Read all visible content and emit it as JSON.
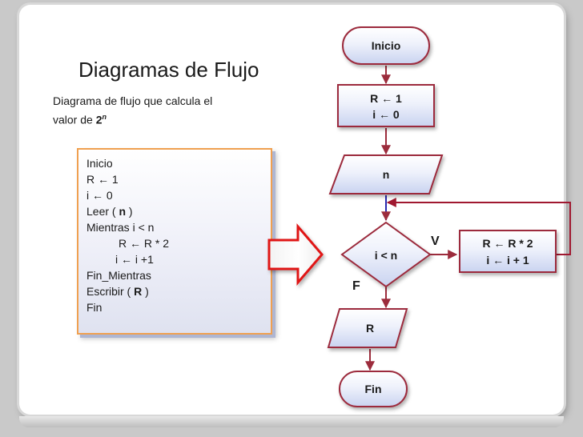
{
  "slide": {
    "title": "Diagramas de Flujo",
    "description_line1": "Diagrama de flujo que calcula el",
    "description_line2_prefix": "valor de ",
    "description_base": "2",
    "description_exponent": "n"
  },
  "pseudocode": {
    "lines": [
      {
        "text": "Inicio"
      },
      {
        "text": "R ← 1"
      },
      {
        "text": "i ← 0"
      },
      {
        "pre": "Leer ( ",
        "bold": "n",
        "post": " )"
      },
      {
        "text": "Mientras i < n"
      },
      {
        "text": "R ← R * 2",
        "indent": 40
      },
      {
        "text": "i ← i +1",
        "indent": 36
      },
      {
        "text": "Fin_Mientras"
      },
      {
        "pre": "Escribir ( ",
        "bold": "R",
        "post": " )"
      },
      {
        "text": "Fin"
      }
    ]
  },
  "flowchart": {
    "start_label": "Inicio",
    "init_line1": "R ← 1",
    "init_line2": "i ← 0",
    "input_label": "n",
    "condition_label": "i < n",
    "true_label": "V",
    "false_label": "F",
    "loop_body_line1": "R ← R * 2",
    "loop_body_line2": "i ← i + 1",
    "output_label": "R",
    "end_label": "Fin"
  },
  "colors": {
    "shape_border": "#9c2c3c",
    "shape_fill_top": "#ffffff",
    "shape_fill_bottom": "#c9d3f0",
    "flow_arrow": "#9c2c3c",
    "loop_arrow": "#a01830",
    "pseudocode_border": "#f0a050",
    "big_arrow": "#e01818"
  }
}
